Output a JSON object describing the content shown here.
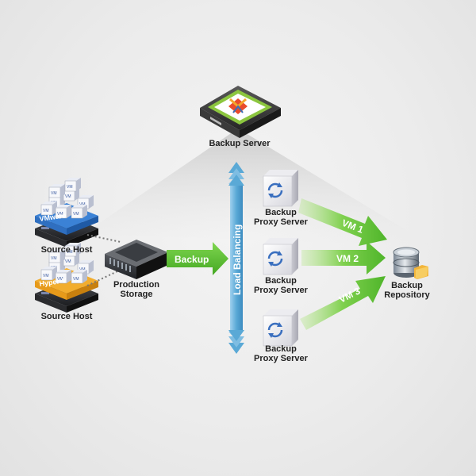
{
  "nodes": {
    "backup_server": {
      "label": "Backup Server"
    },
    "source_host_vmware": {
      "label": "Source Host",
      "badge": "VMware",
      "vm_tag": "VM"
    },
    "source_host_hyperv": {
      "label": "Source Host",
      "badge": "Hyper-V",
      "vm_tag": "VM"
    },
    "production_storage": {
      "line1": "Production",
      "line2": "Storage"
    },
    "proxy_1": {
      "line1": "Backup",
      "line2": "Proxy Server"
    },
    "proxy_2": {
      "line1": "Backup",
      "line2": "Proxy Server"
    },
    "proxy_3": {
      "line1": "Backup",
      "line2": "Proxy Server"
    },
    "repository": {
      "line1": "Backup",
      "line2": "Repository"
    }
  },
  "arrows": {
    "backup": "Backup",
    "load_balancing": "Load Balancing",
    "vm1": "VM 1",
    "vm2": "VM 2",
    "vm3": "VM 3"
  },
  "colors": {
    "arrow_green": "#5cc130",
    "arrow_blue": "#5aa9d6",
    "vmware_blue": "#2f6fc0",
    "hyperv_orange": "#f0a020"
  }
}
